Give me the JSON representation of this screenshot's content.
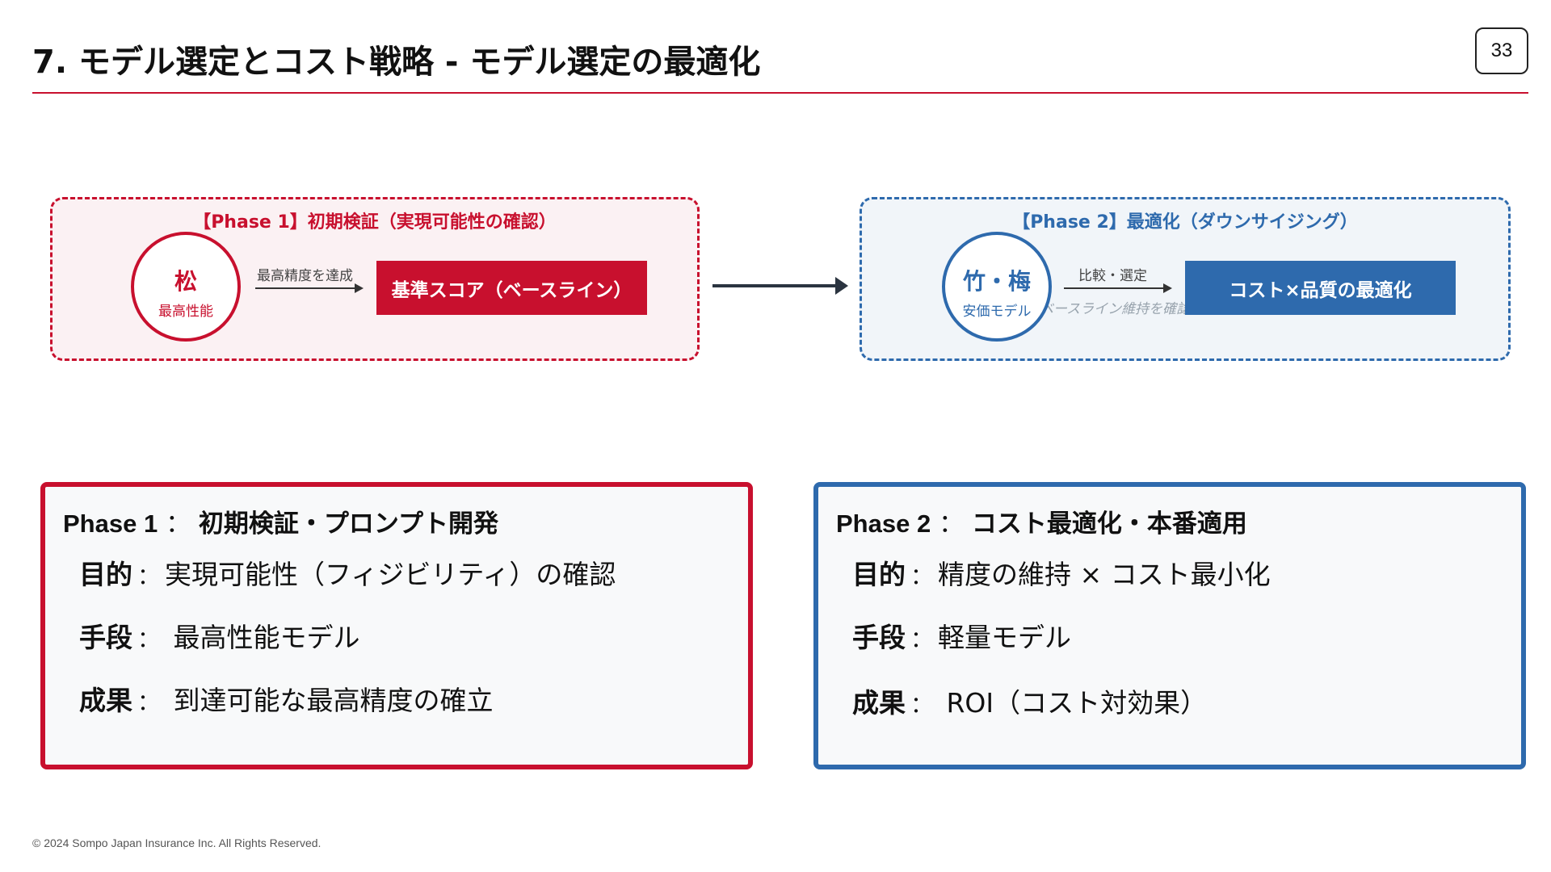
{
  "header": {
    "title": "7. モデル選定とコスト戦略 - モデル選定の最適化",
    "page_number": "33"
  },
  "diagram": {
    "phase1": {
      "heading": "【Phase 1】初期検証（実現可能性の確認）",
      "circle_main": "松",
      "circle_sub": "最高性能",
      "arrow_label": "最高精度を達成",
      "result": "基準スコア（ベースライン）"
    },
    "phase2": {
      "heading": "【Phase 2】最適化（ダウンサイジング）",
      "circle_main": "竹・梅",
      "circle_sub": "安価モデル",
      "arrow_label": "比較・選定",
      "overlay_note": "ベースライン維持を確認",
      "result": "コスト×品質の最適化"
    }
  },
  "details": {
    "phase1": {
      "phase_tag": "Phase 1",
      "colon": "：",
      "heading": "初期検証・プロンプト開発",
      "items": [
        {
          "label": "目的",
          "sep": "：",
          "value": "実現可能性（フィジビリティ）の確認"
        },
        {
          "label": "手段",
          "sep": "：",
          "value": " 最高性能モデル"
        },
        {
          "label": "成果",
          "sep": "：",
          "value": " 到達可能な最高精度の確立"
        }
      ]
    },
    "phase2": {
      "phase_tag": "Phase 2",
      "colon": "：",
      "heading": "コスト最適化・本番適用",
      "items": [
        {
          "label": "目的",
          "sep": "：",
          "value": "精度の維持 × コスト最小化"
        },
        {
          "label": "手段",
          "sep": "：",
          "value": "軽量モデル"
        },
        {
          "label": "成果",
          "sep": "：",
          "value": " ROI（コスト対効果）"
        }
      ]
    }
  },
  "footer": {
    "copyright": "© 2024 Sompo Japan Insurance Inc. All Rights Reserved."
  },
  "colors": {
    "accent_red": "#c8102e",
    "accent_blue": "#2e6aad"
  }
}
